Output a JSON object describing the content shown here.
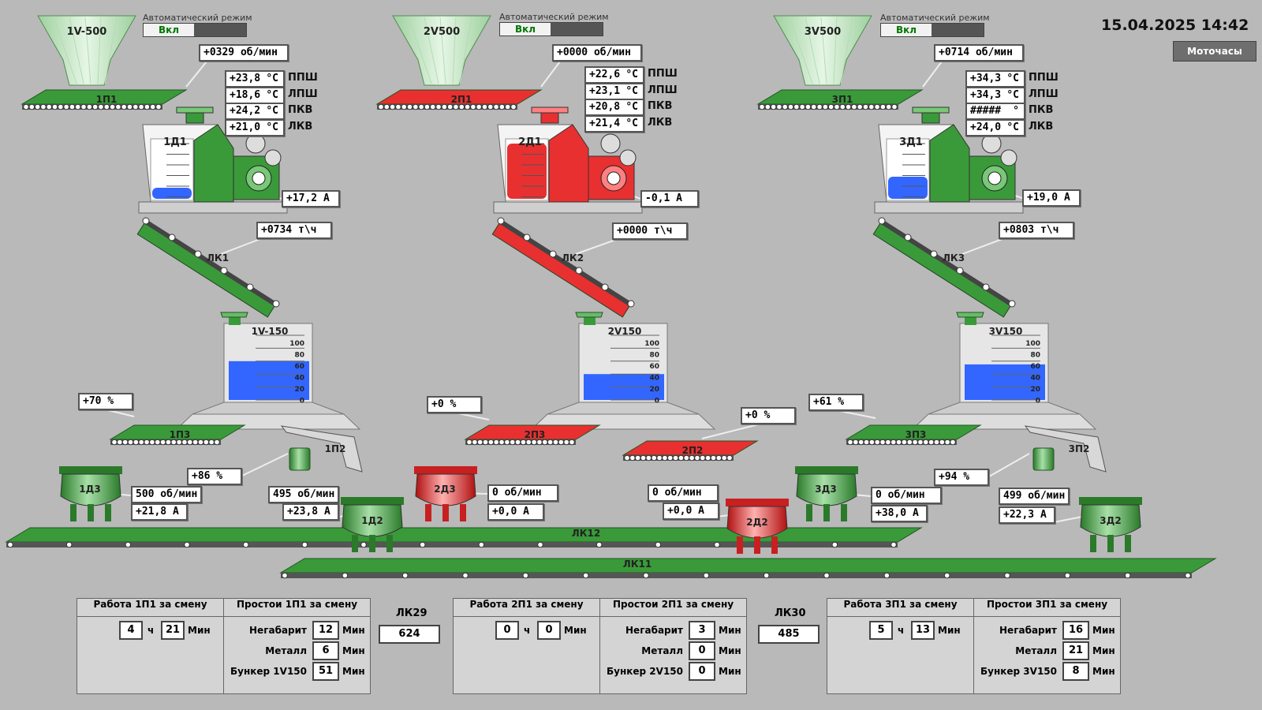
{
  "header": {
    "datetime": "15.04.2025 14:42",
    "motohours_label": "Моточасы",
    "mode_caption": "Автоматический режим",
    "mode_on": "Вкл"
  },
  "lines": [
    {
      "hopper": "1V-500",
      "feeder": "1П1",
      "feeder_speed": "+0329  об/мин",
      "temps": [
        {
          "v": "+23,8",
          "u": "°C",
          "n": "ППШ"
        },
        {
          "v": "+18,6",
          "u": "°C",
          "n": "ЛПШ"
        },
        {
          "v": "+24,2",
          "u": "°C",
          "n": "ПКВ"
        },
        {
          "v": "+21,0",
          "u": "°C",
          "n": "ЛКВ"
        }
      ],
      "crusher": "1Д1",
      "crusher_current": "+17,2   A",
      "conveyor": "ЛК1",
      "conveyor_flow": "+0734    т\\ч",
      "bunker": "1V-150",
      "bunker_level": 60,
      "scale_ticks": [
        "100",
        "80",
        "60",
        "40",
        "20",
        "0"
      ],
      "f3": "1П3",
      "f3_pct": "+70    %",
      "f2": "1П2",
      "f2_pct": "+86    %",
      "d3": "1Д3",
      "d3_speed": "500   об/мин",
      "d3_curr": "+21,8    A",
      "d2": "1Д2",
      "d2_speed": "495   об/мин",
      "d2_curr": "+23,8    A",
      "crusher_level": 20
    },
    {
      "hopper": "2V500",
      "feeder": "2П1",
      "feeder_speed": "+0000  об/мин",
      "temps": [
        {
          "v": "+22,6",
          "u": "°C",
          "n": "ППШ"
        },
        {
          "v": "+23,1",
          "u": "°C",
          "n": "ЛПШ"
        },
        {
          "v": "+20,8",
          "u": "°C",
          "n": "ПКВ"
        },
        {
          "v": "+21,4",
          "u": "°C",
          "n": "ЛКВ"
        }
      ],
      "crusher": "2Д1",
      "crusher_current": "-0,1    A",
      "conveyor": "ЛК2",
      "conveyor_flow": "+0000    т\\ч",
      "bunker": "2V150",
      "bunker_level": 40,
      "scale_ticks": [
        "100",
        "80",
        "60",
        "40",
        "20",
        "0"
      ],
      "f3": "2П3",
      "f3_pct": "+0       %",
      "f2": "2П2",
      "f2_pct": "+0       %",
      "d3": "2Д3",
      "d3_speed": "0       об/мин",
      "d3_curr": "+0,0      A",
      "d2": "2Д2",
      "d2_speed": "0       об/мин",
      "d2_curr": "+0,0      A",
      "crusher_level": 100
    },
    {
      "hopper": "3V500",
      "feeder": "3П1",
      "feeder_speed": "+0714  об/мин",
      "temps": [
        {
          "v": "+34,3",
          "u": "°C",
          "n": "ППШ"
        },
        {
          "v": "+34,3",
          "u": "°C",
          "n": "ЛПШ"
        },
        {
          "v": "#####",
          "u": "°",
          "n": "ПКВ"
        },
        {
          "v": "+24,0",
          "u": "°C",
          "n": "ЛКВ"
        }
      ],
      "crusher": "3Д1",
      "crusher_current": "+19,0   A",
      "conveyor": "ЛК3",
      "conveyor_flow": "+0803    т\\ч",
      "bunker": "3V150",
      "bunker_level": 55,
      "scale_ticks": [
        "100",
        "80",
        "60",
        "40",
        "20",
        "0"
      ],
      "f3": "3П3",
      "f3_pct": "+61    %",
      "f2": "3П2",
      "f2_pct": "+94    %",
      "d3": "3Д3",
      "d3_speed": "0       об/мин",
      "d3_curr": "+38,0    A",
      "d2": "3Д2",
      "d2_speed": "499   об/мин",
      "d2_curr": "+22,3    A",
      "crusher_level": 40
    }
  ],
  "main_conveyors": {
    "lk12": "ЛК12",
    "lk11": "ЛК11"
  },
  "counters": [
    {
      "label": "ЛК29",
      "value": "624"
    },
    {
      "label": "ЛК30",
      "value": "485"
    }
  ],
  "panels": [
    {
      "work_title": "Работа 1П1 за смену",
      "idle_title": "Простои 1П1 за смену",
      "h": "4",
      "h_unit": "ч",
      "m": "21",
      "m_unit": "Мин",
      "rows": [
        {
          "label": "Негабарит",
          "value": "12",
          "unit": "Мин"
        },
        {
          "label": "Металл",
          "value": "6",
          "unit": "Мин"
        },
        {
          "label": "Бункер 1V150",
          "value": "51",
          "unit": "Мин"
        }
      ]
    },
    {
      "work_title": "Работа 2П1 за смену",
      "idle_title": "Простои 2П1 за смену",
      "h": "0",
      "h_unit": "ч",
      "m": "0",
      "m_unit": "Мин",
      "rows": [
        {
          "label": "Негабарит",
          "value": "3",
          "unit": "Мин"
        },
        {
          "label": "Металл",
          "value": "0",
          "unit": "Мин"
        },
        {
          "label": "Бункер 2V150",
          "value": "0",
          "unit": "Мин"
        }
      ]
    },
    {
      "work_title": "Работа 3П1 за смену",
      "idle_title": "Простои 3П1 за смену",
      "h": "5",
      "h_unit": "ч",
      "m": "13",
      "m_unit": "Мин",
      "rows": [
        {
          "label": "Негабарит",
          "value": "16",
          "unit": "Мин"
        },
        {
          "label": "Металл",
          "value": "21",
          "unit": "Мин"
        },
        {
          "label": "Бункер 3V150",
          "value": "8",
          "unit": "Мин"
        }
      ]
    }
  ],
  "colors": {
    "running": "#3a9a3a",
    "running_light": "#78c878",
    "stopped": "#e83030",
    "stopped_light": "#ff8080",
    "level": "#3366ff",
    "bg": "#b9b9b9"
  }
}
